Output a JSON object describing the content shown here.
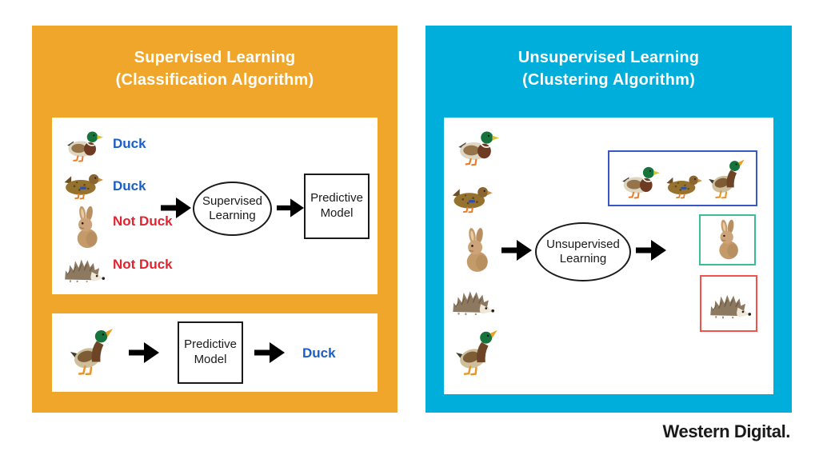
{
  "colors": {
    "supervised_panel_bg": "#F0A62B",
    "unsupervised_panel_bg": "#00AEDB",
    "duck_label_blue": "#1B5EC4",
    "not_duck_label_red": "#E32330",
    "cluster_border_blue": "#3A57C4",
    "cluster_border_green": "#3CBE94",
    "cluster_border_red": "#F4504E",
    "diagram_ink": "#1a1a1a"
  },
  "supervised_panel": {
    "title_line1": "Supervised Learning",
    "title_line2": "(Classification Algorithm)",
    "training_box": {
      "examples": [
        {
          "icon": "mallard-duck",
          "label": "Duck"
        },
        {
          "icon": "female-duck",
          "label": "Duck"
        },
        {
          "icon": "rabbit",
          "label": "Not Duck"
        },
        {
          "icon": "hedgehog",
          "label": "Not Duck"
        }
      ],
      "process_label": "Supervised Learning",
      "output_label": "Predictive Model"
    },
    "prediction_box": {
      "input_icon": "standing-duck",
      "model_label": "Predictive Model",
      "prediction_label": "Duck"
    }
  },
  "unsupervised_panel": {
    "title_line1": "Unsupervised Learning",
    "title_line2": "(Clustering Algorithm)",
    "clustering_box": {
      "inputs": [
        "mallard-duck",
        "female-duck",
        "rabbit",
        "hedgehog",
        "standing-duck"
      ],
      "process_label": "Unsupervised Learning",
      "clusters": [
        {
          "name": "ducks-cluster",
          "icons": [
            "mallard-duck",
            "female-duck",
            "standing-duck"
          ]
        },
        {
          "name": "rabbit-cluster",
          "icons": [
            "rabbit"
          ]
        },
        {
          "name": "hedgehog-cluster",
          "icons": [
            "hedgehog"
          ]
        }
      ]
    }
  },
  "footer": {
    "brand_logo_text": "Western Digital."
  }
}
